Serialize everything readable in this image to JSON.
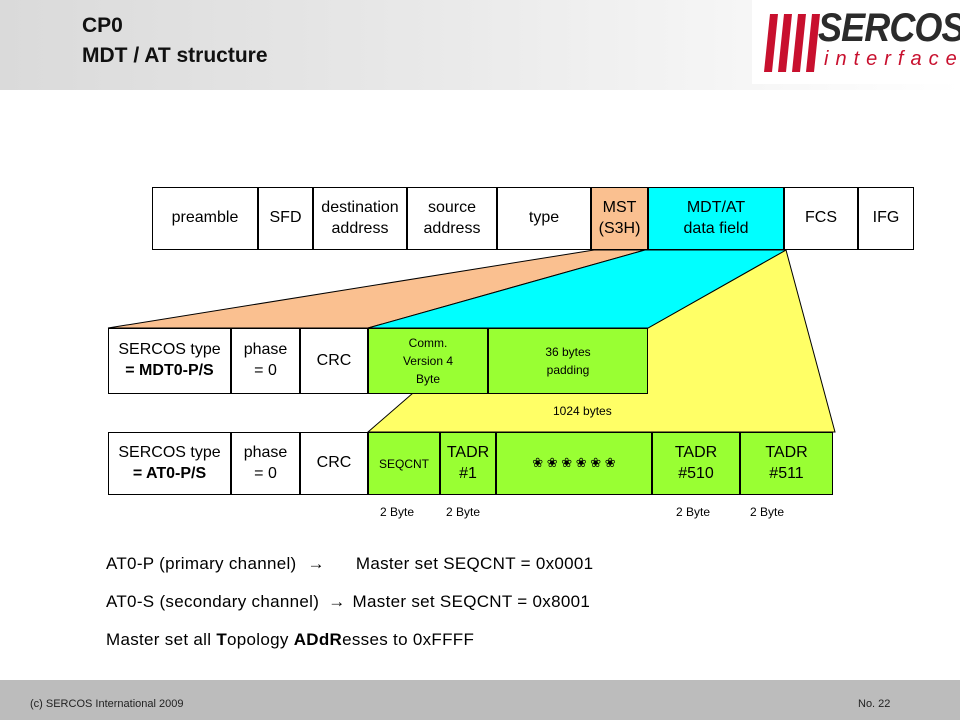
{
  "header": {
    "title_line1": "CP0",
    "title_line2": "MDT / AT structure",
    "logo_brand": "SERCOS",
    "logo_sub": "interface",
    "colors": {
      "logo_red": "#c8102e",
      "logo_grey": "#2b2b2b"
    }
  },
  "frame": {
    "preamble": "preamble",
    "sfd": "SFD",
    "destination": "destination address",
    "source": "source address",
    "type": "type",
    "mst": "MST (S3H)",
    "data_field": "MDT/AT data field",
    "fcs": "FCS",
    "ifg": "IFG"
  },
  "mdt_row": {
    "sercos_type": "SERCOS type",
    "sercos_value": "= MDT0-P/S",
    "phase": "phase = 0",
    "crc": "CRC",
    "comm_version": "Comm. Version 4 Byte",
    "padding": "36 bytes padding"
  },
  "at_row": {
    "sercos_type": "SERCOS type",
    "sercos_value": "= AT0-P/S",
    "phase": "phase = 0",
    "crc": "CRC",
    "seqcnt": "SEQCNT",
    "tadr1": "TADR #1",
    "ellipsis": "❀ ❀ ❀ ❀ ❀ ❀",
    "tadr510": "TADR #510",
    "tadr511": "TADR #511"
  },
  "labels": {
    "bytes_total": "1024 bytes",
    "byte_a": "2 Byte",
    "byte_b": "2 Byte",
    "byte_c": "2 Byte",
    "byte_d": "2 Byte"
  },
  "notes": {
    "line1_left": "AT0-P (primary channel)",
    "line1_right": "Master set SEQCNT = 0x0001",
    "line2_left": "AT0-S (secondary channel)",
    "line2_right": "Master set SEQCNT = 0x8001",
    "line3_a": "Master set all ",
    "line3_b": "T",
    "line3_c": "opology ",
    "line3_d": "ADdR",
    "line3_e": "esses to 0xFFFF"
  },
  "footer": {
    "copyright": "(c) SERCOS International 2009",
    "page": "No. 22"
  },
  "colors": {
    "mst": "#fac090",
    "data_field": "#00ffff",
    "green": "#99ff33",
    "yellow_wedge": "#ffff66",
    "peach_wedge": "#fac090"
  }
}
